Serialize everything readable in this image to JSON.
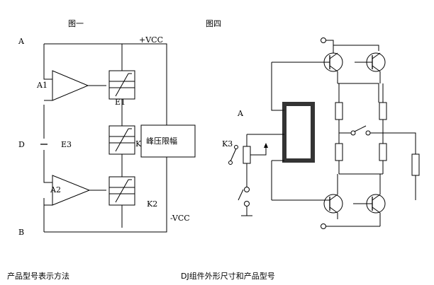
{
  "figure1": {
    "title": "图一",
    "labels": {
      "A": "A",
      "A1": "A1",
      "D": "D",
      "E3": "E3",
      "A2": "A2",
      "B": "B",
      "vcc_pos": "+VCC",
      "vcc_neg": "-VCC",
      "E1": "E1",
      "K_mid": "K",
      "K2": "K2"
    },
    "limiter_box": "峰压限幅"
  },
  "figure4": {
    "title": "图四",
    "labels": {
      "A": "A",
      "K3": "K3"
    }
  },
  "captions": {
    "left": "产品型号表示方法",
    "right": "DJ组件外形尺寸和产品型号"
  }
}
